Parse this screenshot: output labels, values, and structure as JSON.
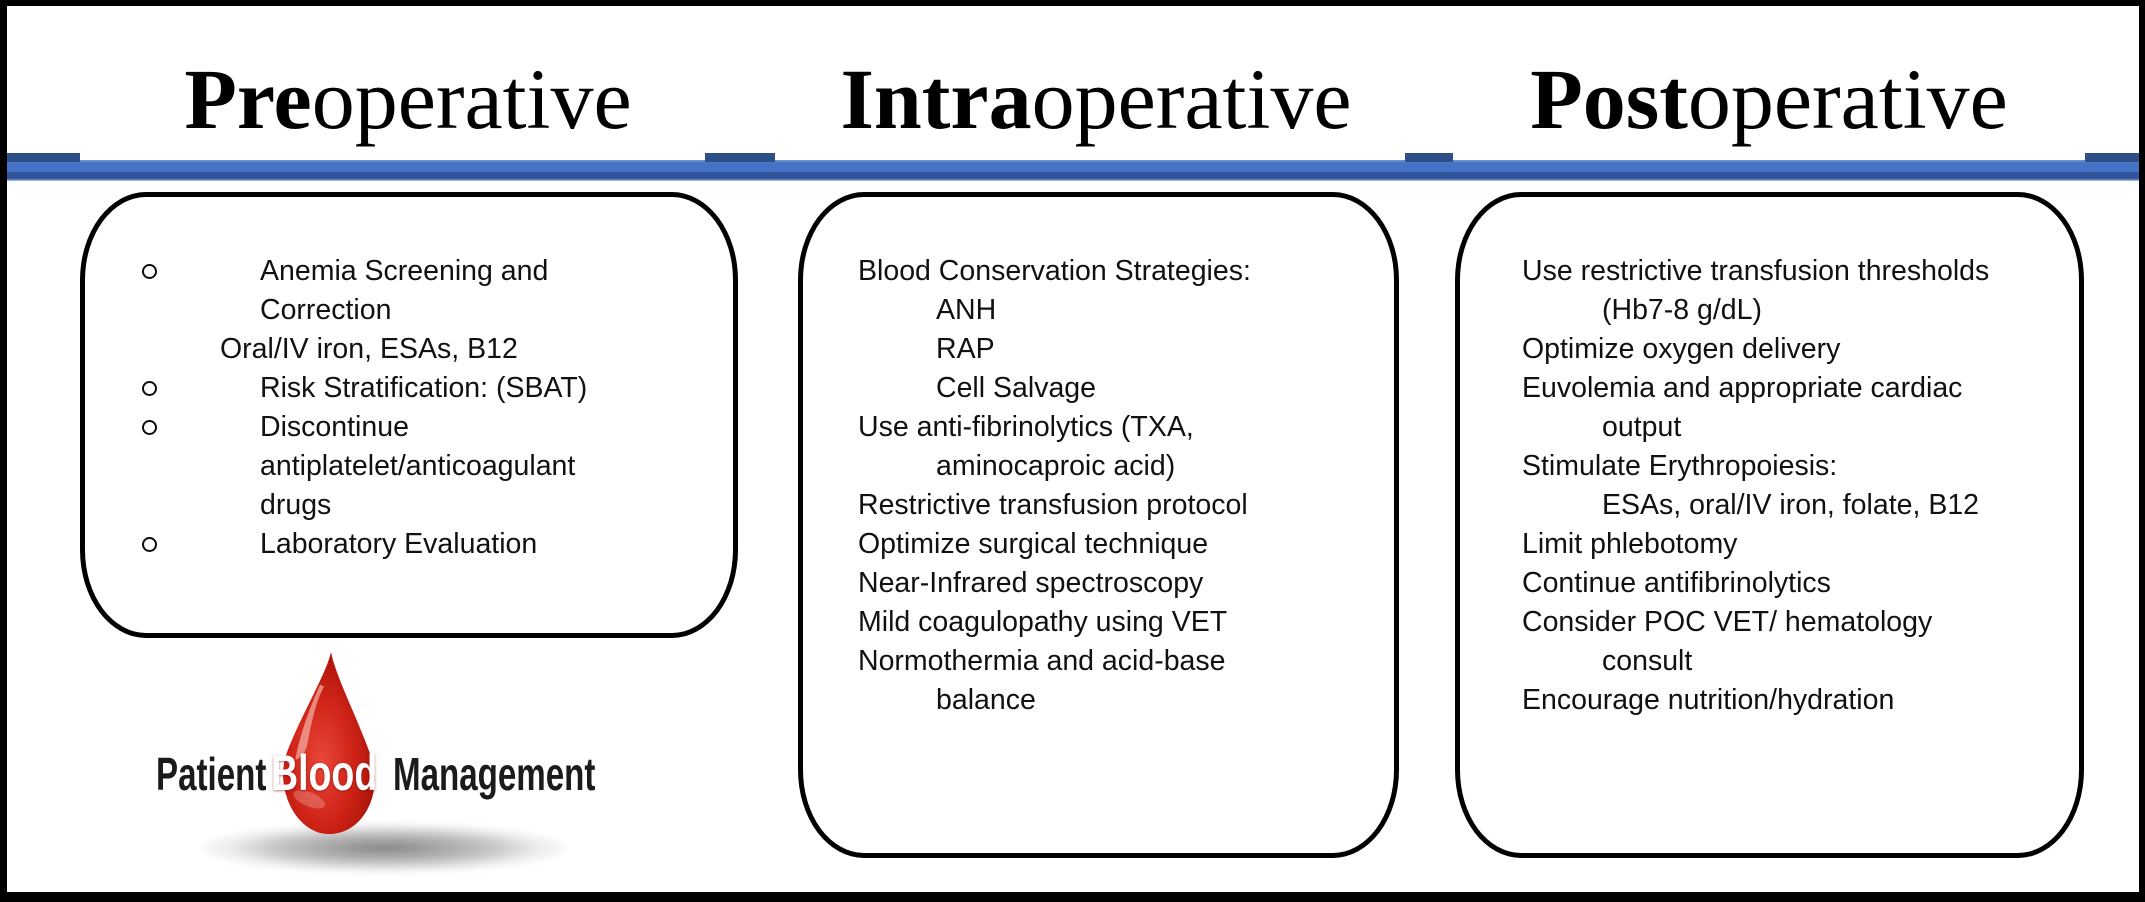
{
  "columns": {
    "preoperative": {
      "header_prefix": "Pre",
      "header_rest": "operative",
      "items": [
        {
          "bullet": true,
          "indent": "bullet",
          "text": "Anemia Screening and"
        },
        {
          "bullet": false,
          "indent": "cont",
          "text": "Correction"
        },
        {
          "bullet": false,
          "indent": "sub",
          "text": "Oral/IV iron, ESAs, B12"
        },
        {
          "bullet": true,
          "indent": "bullet",
          "text": "Risk Stratification: (SBAT)"
        },
        {
          "bullet": true,
          "indent": "bullet",
          "text": "Discontinue"
        },
        {
          "bullet": false,
          "indent": "cont",
          "text": "antiplatelet/anticoagulant"
        },
        {
          "bullet": false,
          "indent": "cont",
          "text": "drugs"
        },
        {
          "bullet": true,
          "indent": "bullet",
          "text": "Laboratory Evaluation"
        }
      ]
    },
    "intraoperative": {
      "header_prefix": "Intra",
      "header_rest": "operative",
      "items": [
        {
          "indent": "0",
          "text": "Blood Conservation Strategies:"
        },
        {
          "indent": "1",
          "text": "ANH"
        },
        {
          "indent": "1",
          "text": "RAP"
        },
        {
          "indent": "1",
          "text": "Cell Salvage"
        },
        {
          "indent": "0",
          "text": "Use anti-fibrinolytics (TXA,"
        },
        {
          "indent": "1",
          "text": "aminocaproic acid)"
        },
        {
          "indent": "0",
          "text": "Restrictive transfusion protocol"
        },
        {
          "indent": "0",
          "text": "Optimize surgical technique"
        },
        {
          "indent": "0",
          "text": "Near-Infrared spectroscopy"
        },
        {
          "indent": "0",
          "text": "Mild coagulopathy using VET"
        },
        {
          "indent": "0",
          "text": "Normothermia and acid-base"
        },
        {
          "indent": "1",
          "text": "balance"
        }
      ]
    },
    "postoperative": {
      "header_prefix": "Post",
      "header_rest": "operative",
      "items": [
        {
          "indent": "0",
          "text": "Use restrictive transfusion thresholds"
        },
        {
          "indent": "1",
          "text": "(Hb7-8 g/dL)"
        },
        {
          "indent": "0",
          "text": "Optimize oxygen delivery"
        },
        {
          "indent": "0",
          "text": "Euvolemia and appropriate cardiac"
        },
        {
          "indent": "1",
          "text": "output"
        },
        {
          "indent": "0",
          "text": "Stimulate Erythropoiesis:"
        },
        {
          "indent": "1",
          "text": "ESAs, oral/IV iron, folate, B12"
        },
        {
          "indent": "0",
          "text": "Limit phlebotomy"
        },
        {
          "indent": "0",
          "text": "Continue antifibrinolytics"
        },
        {
          "indent": "0",
          "text": "Consider POC VET/ hematology"
        },
        {
          "indent": "1",
          "text": "consult"
        },
        {
          "indent": "0",
          "text": "Encourage nutrition/hydration"
        }
      ]
    }
  },
  "logo": {
    "patient": "Patient",
    "blood": "Blood",
    "management": "Management"
  },
  "colors": {
    "bar_main": "#4472c4",
    "bar_deep": "#31539b",
    "bar_light_edge": "#b3c2e1",
    "bar_notch": "#2e4e87",
    "text": "#111111",
    "logo_text": "#1b1b1b",
    "logo_blood_text": "#ffffff",
    "drop_red_light": "#e8473a",
    "drop_red": "#cf2317",
    "drop_red_dark": "#a51107",
    "drop_highlight": "#f2a99e"
  }
}
